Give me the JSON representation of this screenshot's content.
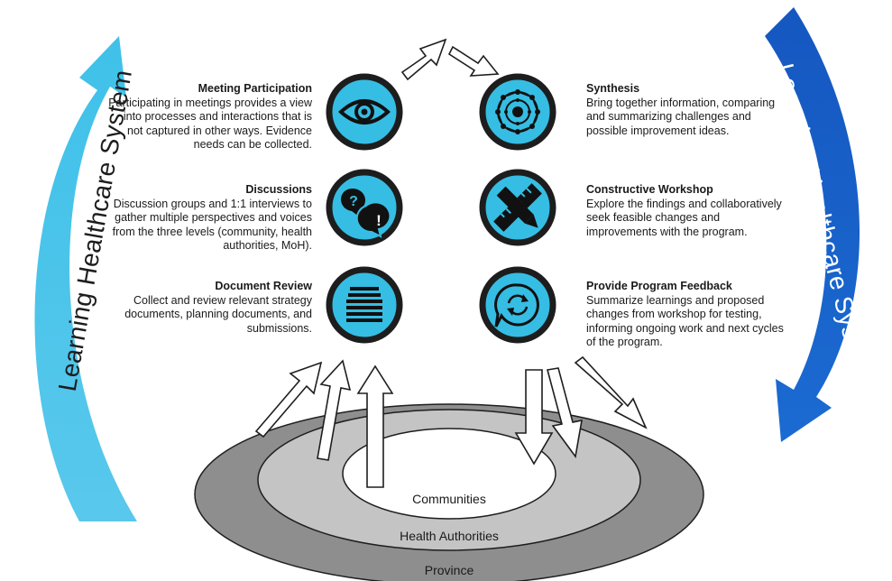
{
  "side_labels": {
    "left": "Learning Healthcare System",
    "right": "Learning Healthcare System"
  },
  "steps_left": [
    {
      "title": "Meeting Participation",
      "body": "Participating in meetings provides a view into processes and interactions that is not captured in other ways. Evidence needs can be collected.",
      "icon": "eye-icon"
    },
    {
      "title": "Discussions",
      "body": "Discussion groups and 1:1 interviews to gather multiple perspectives and voices from the three levels (community, health authorities, MoH).",
      "icon": "speech-bubbles-icon"
    },
    {
      "title": "Document Review",
      "body": "Collect and review relevant strategy documents, planning documents, and submissions.",
      "icon": "document-stack-icon"
    }
  ],
  "steps_right": [
    {
      "title": "Synthesis",
      "body": "Bring together information, comparing and summarizing challenges and possible improvement ideas.",
      "icon": "network-icon"
    },
    {
      "title": "Constructive Workshop",
      "body": "Explore the findings and collaboratively seek feasible changes and improvements with the program.",
      "icon": "ruler-pencil-icon"
    },
    {
      "title": "Provide Program Feedback",
      "body": "Summarize learnings and proposed changes from workshop for testing, informing ongoing work and next cycles of the program.",
      "icon": "feedback-cycle-icon"
    }
  ],
  "levels": {
    "inner": "Communities",
    "middle": "Health Authorities",
    "outer": "Province"
  },
  "colors": {
    "icon_fill": "#36bde3",
    "icon_ring": "#1d1d1d",
    "left_arrow": "#4cc3e8",
    "right_arrow": "#1663c9",
    "outer_ring": "#8e8e8e",
    "middle_ring": "#c4c4c4",
    "inner_ring": "#ffffff"
  }
}
